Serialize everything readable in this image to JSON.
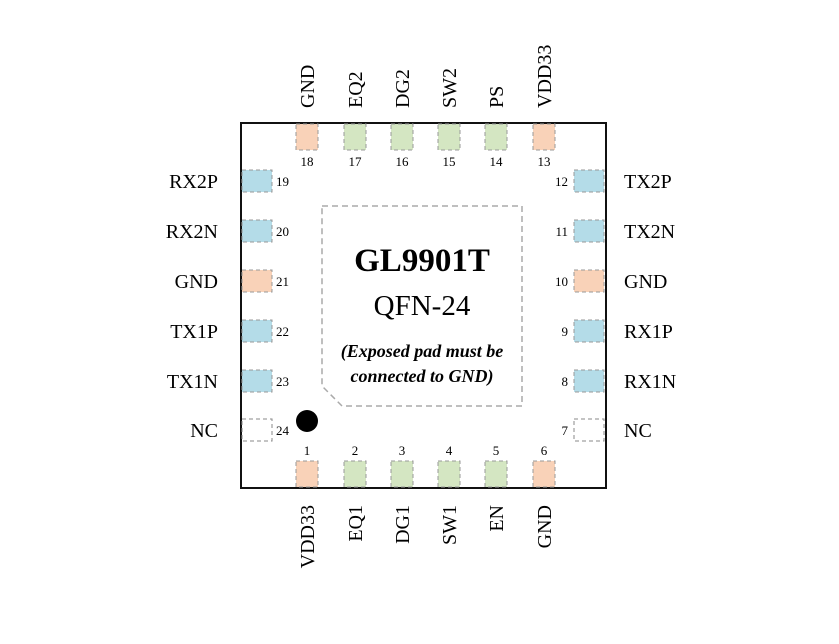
{
  "chip": {
    "name": "GL9901T",
    "package": "QFN-24",
    "note_line1": "(Exposed pad must be",
    "note_line2": "connected to GND)"
  },
  "colors": {
    "power": "#f9d2b8",
    "control": "#d4e6c2",
    "signal": "#b4dce8",
    "nc": "#ffffff",
    "outline": "#111111",
    "pad_border": "#999999"
  },
  "pins": [
    {
      "num": "1",
      "name": "VDD33",
      "side": "bottom",
      "kind": "power"
    },
    {
      "num": "2",
      "name": "EQ1",
      "side": "bottom",
      "kind": "control"
    },
    {
      "num": "3",
      "name": "DG1",
      "side": "bottom",
      "kind": "control"
    },
    {
      "num": "4",
      "name": "SW1",
      "side": "bottom",
      "kind": "control"
    },
    {
      "num": "5",
      "name": "EN",
      "side": "bottom",
      "kind": "control"
    },
    {
      "num": "6",
      "name": "GND",
      "side": "bottom",
      "kind": "power"
    },
    {
      "num": "7",
      "name": "NC",
      "side": "right",
      "kind": "nc"
    },
    {
      "num": "8",
      "name": "RX1N",
      "side": "right",
      "kind": "signal"
    },
    {
      "num": "9",
      "name": "RX1P",
      "side": "right",
      "kind": "signal"
    },
    {
      "num": "10",
      "name": "GND",
      "side": "right",
      "kind": "power"
    },
    {
      "num": "11",
      "name": "TX2N",
      "side": "right",
      "kind": "signal"
    },
    {
      "num": "12",
      "name": "TX2P",
      "side": "right",
      "kind": "signal"
    },
    {
      "num": "13",
      "name": "VDD33",
      "side": "top",
      "kind": "power"
    },
    {
      "num": "14",
      "name": "PS",
      "side": "top",
      "kind": "control"
    },
    {
      "num": "15",
      "name": "SW2",
      "side": "top",
      "kind": "control"
    },
    {
      "num": "16",
      "name": "DG2",
      "side": "top",
      "kind": "control"
    },
    {
      "num": "17",
      "name": "EQ2",
      "side": "top",
      "kind": "control"
    },
    {
      "num": "18",
      "name": "GND",
      "side": "top",
      "kind": "power"
    },
    {
      "num": "19",
      "name": "RX2P",
      "side": "left",
      "kind": "signal"
    },
    {
      "num": "20",
      "name": "RX2N",
      "side": "left",
      "kind": "signal"
    },
    {
      "num": "21",
      "name": "GND",
      "side": "left",
      "kind": "power"
    },
    {
      "num": "22",
      "name": "TX1P",
      "side": "left",
      "kind": "signal"
    },
    {
      "num": "23",
      "name": "TX1N",
      "side": "left",
      "kind": "signal"
    },
    {
      "num": "24",
      "name": "NC",
      "side": "left",
      "kind": "nc"
    }
  ]
}
